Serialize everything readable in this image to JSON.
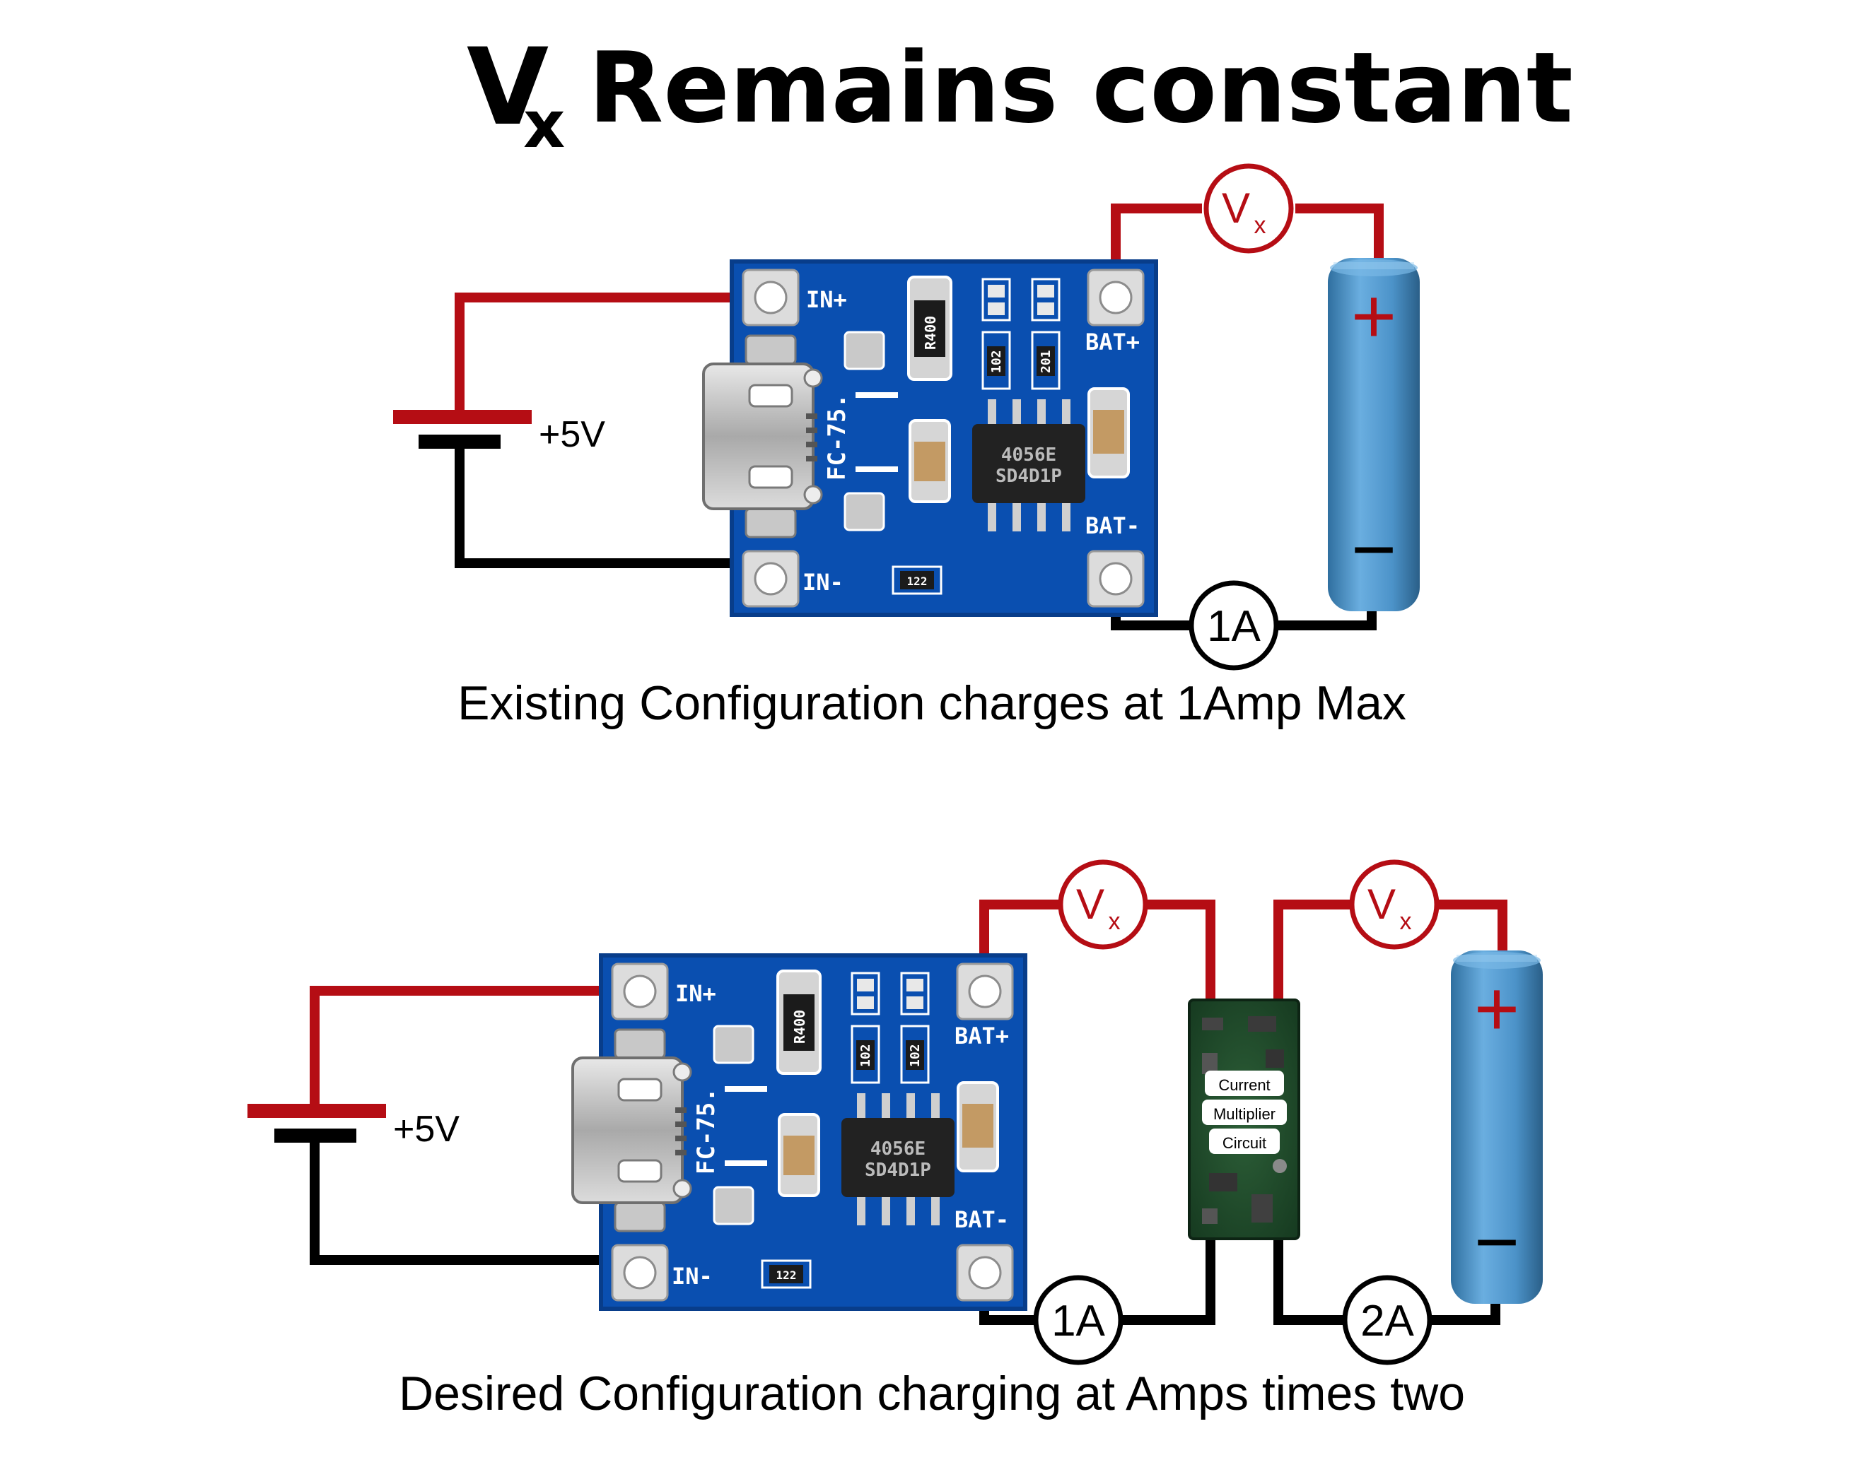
{
  "title": {
    "symbol": "V",
    "subscript": "x",
    "text": "Remains constant"
  },
  "colors": {
    "positive_wire": "#b50d14",
    "negative_wire": "#000000",
    "pcb_blue": "#0a4fb0",
    "pcb_dark": "#083d8a",
    "battery_blue": "#4c93c9",
    "module_green": "#1f4a2a"
  },
  "top": {
    "source_label": "+5V",
    "board": {
      "in_plus": "IN+",
      "in_minus": "IN-",
      "bat_plus": "BAT+",
      "bat_minus": "BAT-",
      "chip_line1": "4056E",
      "chip_line2": "SD4D1P",
      "silk_model": "FC-75.",
      "resistor_top": "R400",
      "resistor_a": "102",
      "resistor_b": "201",
      "resistor_bottom": "122"
    },
    "voltmeter": {
      "symbol": "V",
      "subscript": "x"
    },
    "ammeter": "1A",
    "battery": {
      "plus": "+",
      "minus": "−"
    },
    "caption": "Existing Configuration charges at 1Amp Max"
  },
  "bottom": {
    "source_label": "+5V",
    "board": {
      "in_plus": "IN+",
      "in_minus": "IN-",
      "bat_plus": "BAT+",
      "bat_minus": "BAT-",
      "chip_line1": "4056E",
      "chip_line2": "SD4D1P",
      "silk_model": "FC-75.",
      "resistor_top": "R400",
      "resistor_a": "102",
      "resistor_b": "102",
      "resistor_bottom": "122"
    },
    "voltmeter_left": {
      "symbol": "V",
      "subscript": "x"
    },
    "voltmeter_right": {
      "symbol": "V",
      "subscript": "x"
    },
    "ammeter_left": "1A",
    "ammeter_right": "2A",
    "module": {
      "line1": "Current",
      "line2": "Multiplier",
      "line3": "Circuit"
    },
    "battery": {
      "plus": "+",
      "minus": "−"
    },
    "caption": "Desired Configuration charging at Amps times two"
  }
}
